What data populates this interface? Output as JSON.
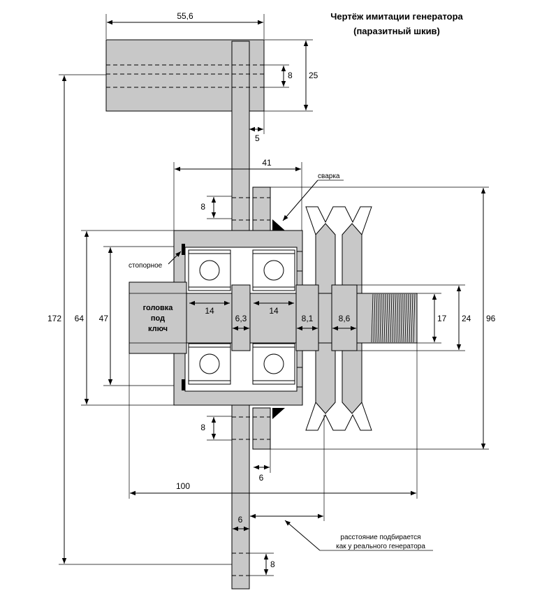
{
  "title": {
    "line1": "Чертёж имитации генератора",
    "line2": "(паразитный шкив)"
  },
  "dimensions": {
    "top_width": "55,6",
    "top_hole": "8",
    "top_height": "25",
    "top_offset": "5",
    "span_41": "41",
    "upper_hole": "8",
    "total_height": "172",
    "housing_height": "64",
    "bearing_height": "47",
    "bearing_left_width": "14",
    "spacer_width": "6,3",
    "bearing_right_width": "14",
    "ring1_width": "8,1",
    "ring2_width": "8,6",
    "shaft_diameter": "17",
    "shaft_outer": "24",
    "pulley_height": "96",
    "lower_hole": "8",
    "lower_offset": "6",
    "overall_length": "100",
    "bottom_offset": "6",
    "bottom_hole": "8"
  },
  "labels": {
    "weld": "сварка",
    "stopper": "стопорное",
    "head_line1": "головка",
    "head_line2": "под",
    "head_line3": "ключ",
    "note_line1": "расстояние подбирается",
    "note_line2": "как у реального генератора"
  }
}
